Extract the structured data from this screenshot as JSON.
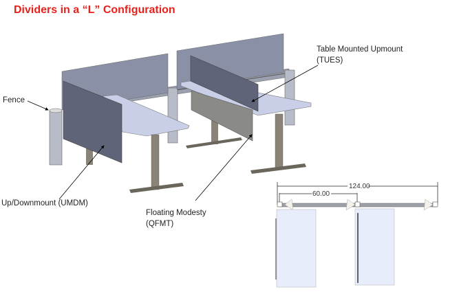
{
  "title": "Dividers in a “L” Configuration",
  "labels": {
    "tues_line1": "Table Mounted Upmount",
    "tues_line2": "(TUES)",
    "fence": "Fence",
    "umdm": "Up/Downmount (UMDM)",
    "qfmt_line1": "Floating Modesty",
    "qfmt_line2": "(QFMT)"
  },
  "dimensions": {
    "overall": "124.00",
    "section": "60.00"
  },
  "colors": {
    "title": "#e8201c",
    "panel_back": "#8a90a6",
    "panel_front": "#5f6478",
    "desktop": "#c9cfe6",
    "plan_desk": "#e7edfb"
  }
}
